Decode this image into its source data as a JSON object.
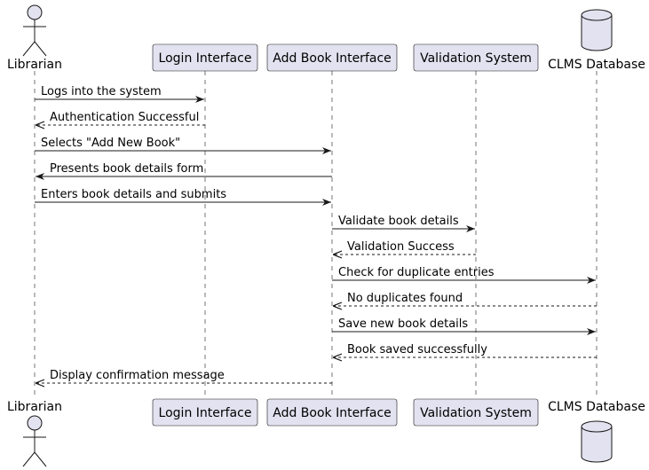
{
  "diagram": {
    "type": "sequence",
    "colors": {
      "participant_fill": "#E2E2F0",
      "participant_stroke": "#181818",
      "line": "#181818",
      "lifeline": "#181818"
    },
    "participants": [
      {
        "id": "librarian",
        "label": "Librarian",
        "kind": "actor"
      },
      {
        "id": "login",
        "label": "Login Interface",
        "kind": "participant"
      },
      {
        "id": "addbook",
        "label": "Add Book Interface",
        "kind": "participant"
      },
      {
        "id": "validation",
        "label": "Validation System",
        "kind": "participant"
      },
      {
        "id": "db",
        "label": "CLMS Database",
        "kind": "database"
      }
    ],
    "messages": [
      {
        "from": "librarian",
        "to": "login",
        "label": "Logs into the system",
        "style": "solid"
      },
      {
        "from": "login",
        "to": "librarian",
        "label": "Authentication Successful",
        "style": "dashed"
      },
      {
        "from": "librarian",
        "to": "addbook",
        "label": "Selects \"Add New Book\"",
        "style": "solid"
      },
      {
        "from": "addbook",
        "to": "librarian",
        "label": "Presents book details form",
        "style": "solid"
      },
      {
        "from": "librarian",
        "to": "addbook",
        "label": "Enters book details and submits",
        "style": "solid"
      },
      {
        "from": "addbook",
        "to": "validation",
        "label": "Validate book details",
        "style": "solid"
      },
      {
        "from": "validation",
        "to": "addbook",
        "label": "Validation Success",
        "style": "dashed"
      },
      {
        "from": "addbook",
        "to": "db",
        "label": "Check for duplicate entries",
        "style": "solid"
      },
      {
        "from": "db",
        "to": "addbook",
        "label": "No duplicates found",
        "style": "dashed"
      },
      {
        "from": "addbook",
        "to": "db",
        "label": "Save new book details",
        "style": "solid"
      },
      {
        "from": "db",
        "to": "addbook",
        "label": "Book saved successfully",
        "style": "dashed"
      },
      {
        "from": "addbook",
        "to": "librarian",
        "label": "Display confirmation message",
        "style": "dashed"
      }
    ]
  }
}
